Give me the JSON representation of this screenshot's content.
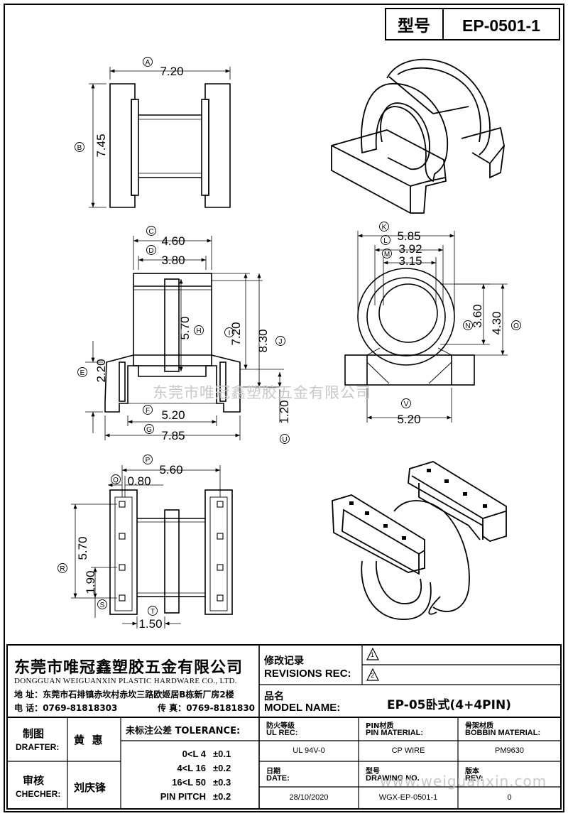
{
  "header": {
    "model_label": "型号",
    "model_value": "EP-0501-1"
  },
  "dims": {
    "top_view": {
      "width": "7.20",
      "height": "7.45",
      "A": "A",
      "B": "B"
    },
    "front_view": {
      "C_val": "4.60",
      "D_val": "3.80",
      "H_val": "5.70",
      "I_val": "7.20",
      "J_val": "8.30",
      "E_val": "2.20",
      "F_val": "5.20",
      "G_val": "7.85",
      "U_val": "1.20",
      "C": "C",
      "D": "D",
      "H": "H",
      "I": "I",
      "J": "J",
      "E": "E",
      "F": "F",
      "G": "G",
      "U": "U"
    },
    "side_view": {
      "K_val": "5.85",
      "L_val": "3.92",
      "M_val": "3.15",
      "N_val": "3.60",
      "O_val": "4.30",
      "V_val": "5.20",
      "K": "K",
      "L": "L",
      "M": "M",
      "N": "N",
      "O": "O",
      "V": "V"
    },
    "bottom_view": {
      "P_val": "5.60",
      "Q_val": "0.80",
      "R_val": "5.70",
      "R2_val": "1.90",
      "T_val": "1.50",
      "P": "P",
      "Q": "Q",
      "R": "R",
      "S": "S",
      "T": "T"
    }
  },
  "watermark": "东莞市唯冠鑫塑胶五金有限公司",
  "watermark_url": "www.weiguanxin.com",
  "title_block": {
    "company_cn": "东莞市唯冠鑫塑胶五金有限公司",
    "company_en": "DONGGUAN WEIGUANXIN PLASTIC HARDWARE CO., LTD.",
    "address_label": "地 址：",
    "address": "东莞市石排镇赤坎村赤坎三路欧姬居B栋新厂房2楼",
    "phone_label": "电 话：",
    "phone": "0769-81818303",
    "fax_label": "传 真：",
    "fax": "0769-8181830",
    "revisions_cn": "修改记录",
    "revisions_en": "REVISIONS REC:",
    "rev1": "1",
    "rev2": "2",
    "model_name_cn": "品名",
    "model_name_en": "MODEL NAME:",
    "model_name_value": "EP-05卧式(4+4PIN)",
    "drafter_cn": "制图",
    "drafter_en": "DRAFTER:",
    "drafter_name": "黄  惠",
    "checker_cn": "审核",
    "checker_en": "CHECHER:",
    "checker_name": "刘庆锋",
    "tolerance_title": "未标注公差 TOLERANCE:",
    "tolerances": [
      {
        "range": "0<L  4",
        "value": "±0.1"
      },
      {
        "range": "4<L  16",
        "value": "±0.2"
      },
      {
        "range": "16<L  50",
        "value": "±0.3"
      },
      {
        "range": "PIN PITCH",
        "value": "±0.2"
      }
    ],
    "ul_cn": "防火等级",
    "ul_en": "UL REC:",
    "ul_value": "UL 94V-0",
    "pin_cn": "PIN材质",
    "pin_en": "PIN MATERIAL:",
    "pin_value": "CP WIRE",
    "bobbin_cn": "骨架材质",
    "bobbin_en": "BOBBIN MATERIAL:",
    "bobbin_value": "PM9630",
    "date_cn": "日期",
    "date_en": "DATE:",
    "date_value": "28/10/2020",
    "drawing_cn": "型号",
    "drawing_en": "DRAWING NO.",
    "drawing_value": "WGX-EP-0501-1",
    "rev_cn": "版本",
    "rev_en": "REV:",
    "rev_value": "0"
  }
}
